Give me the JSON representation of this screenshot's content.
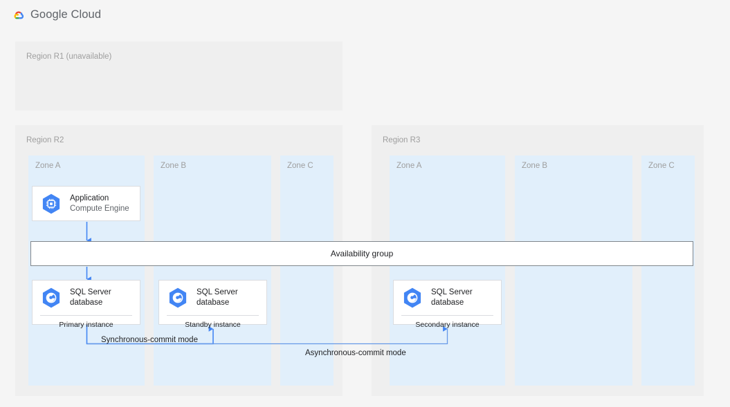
{
  "header": {
    "logo_icon": "google-cloud-logo-icon",
    "wordmark": "Google Cloud"
  },
  "colors": {
    "page_background": "#f5f5f5",
    "region_background": "#efefef",
    "zone_background": "#e1effb",
    "card_background": "#ffffff",
    "card_border": "#dadce0",
    "bar_border": "#80868b",
    "connector_blue": "#4285f4",
    "icon_hexagon_blue": "#4285f4",
    "muted_text": "#9e9e9e",
    "body_text": "#202124",
    "secondary_text": "#5f6368"
  },
  "regions": [
    {
      "id": "r1",
      "label": "Region R1 (unavailable)",
      "zones": []
    },
    {
      "id": "r2",
      "label": "Region R2",
      "zones": [
        {
          "id": "r2-zone-a",
          "label": "Zone A"
        },
        {
          "id": "r2-zone-b",
          "label": "Zone B"
        },
        {
          "id": "r2-zone-c",
          "label": "Zone C"
        }
      ]
    },
    {
      "id": "r3",
      "label": "Region R3",
      "zones": [
        {
          "id": "r3-zone-a",
          "label": "Zone A"
        },
        {
          "id": "r3-zone-b",
          "label": "Zone B"
        },
        {
          "id": "r3-zone-c",
          "label": "Zone C"
        }
      ]
    }
  ],
  "cards": {
    "application": {
      "icon": "compute-engine-icon",
      "title": "Application",
      "subtitle": "Compute Engine"
    },
    "primary": {
      "icon": "cloud-sql-icon",
      "title": "SQL Server",
      "title2": "database",
      "footer": "Primary instance"
    },
    "standby": {
      "icon": "cloud-sql-icon",
      "title": "SQL Server",
      "title2": "database",
      "footer": "Standby instance"
    },
    "secondary": {
      "icon": "cloud-sql-icon",
      "title": "SQL Server",
      "title2": "database",
      "footer": "Secondary instance"
    }
  },
  "availability_group": {
    "label": "Availability group"
  },
  "connectors": {
    "sync_label": "Synchronous-commit mode",
    "async_label": "Asynchronous-commit mode"
  }
}
